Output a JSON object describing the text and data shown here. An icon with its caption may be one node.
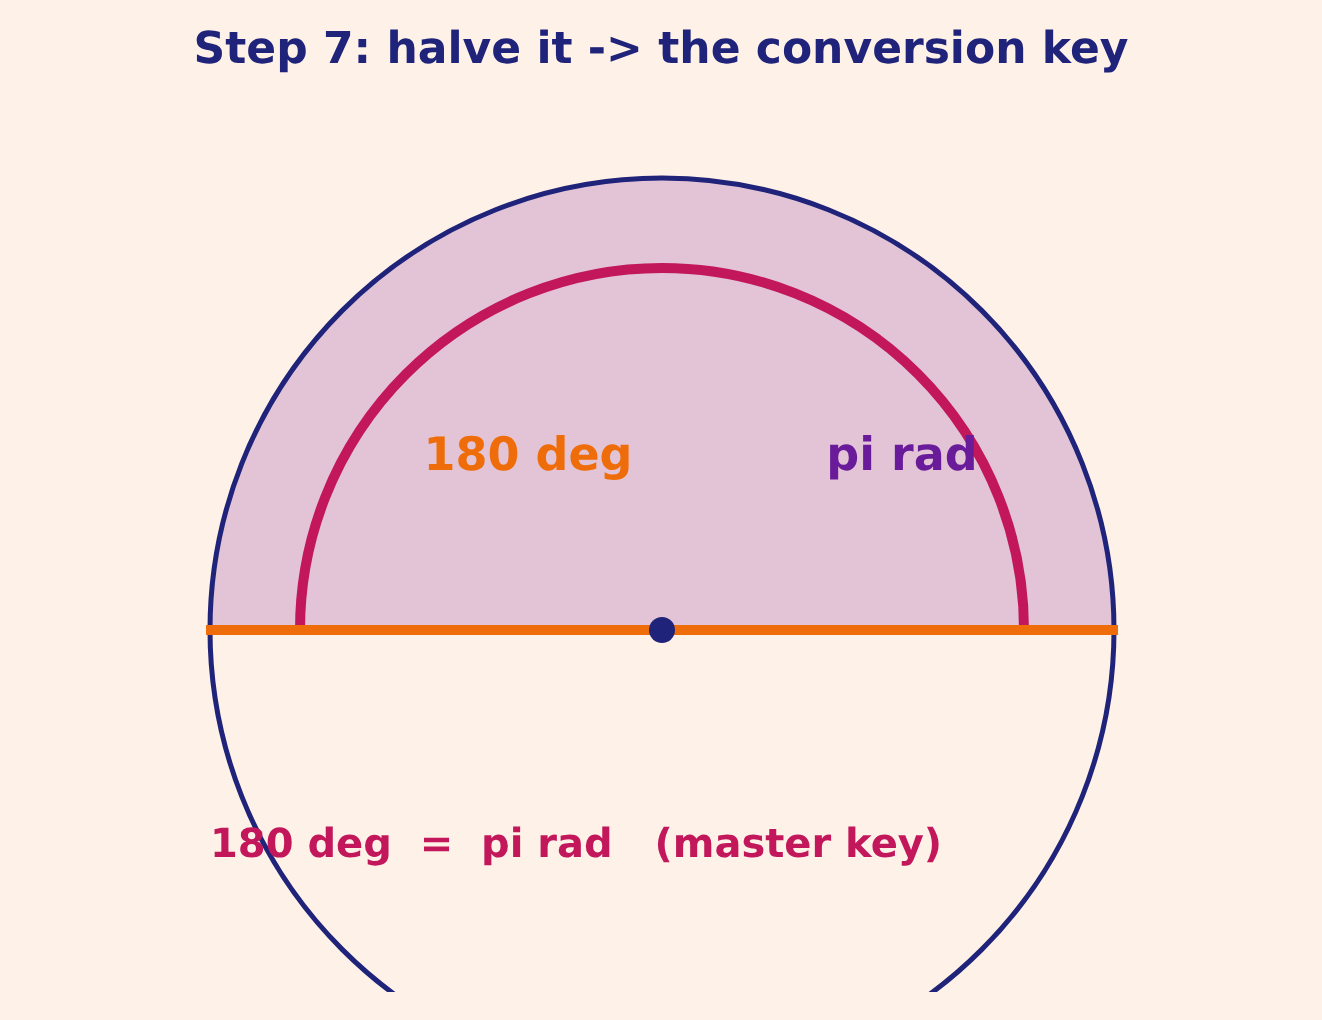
{
  "diagram": {
    "title": "Step 7: halve it -> the conversion key",
    "labels": [
      "180 deg",
      "pi rad",
      "180 deg  =  pi rad   (master key)"
    ]
  }
}
